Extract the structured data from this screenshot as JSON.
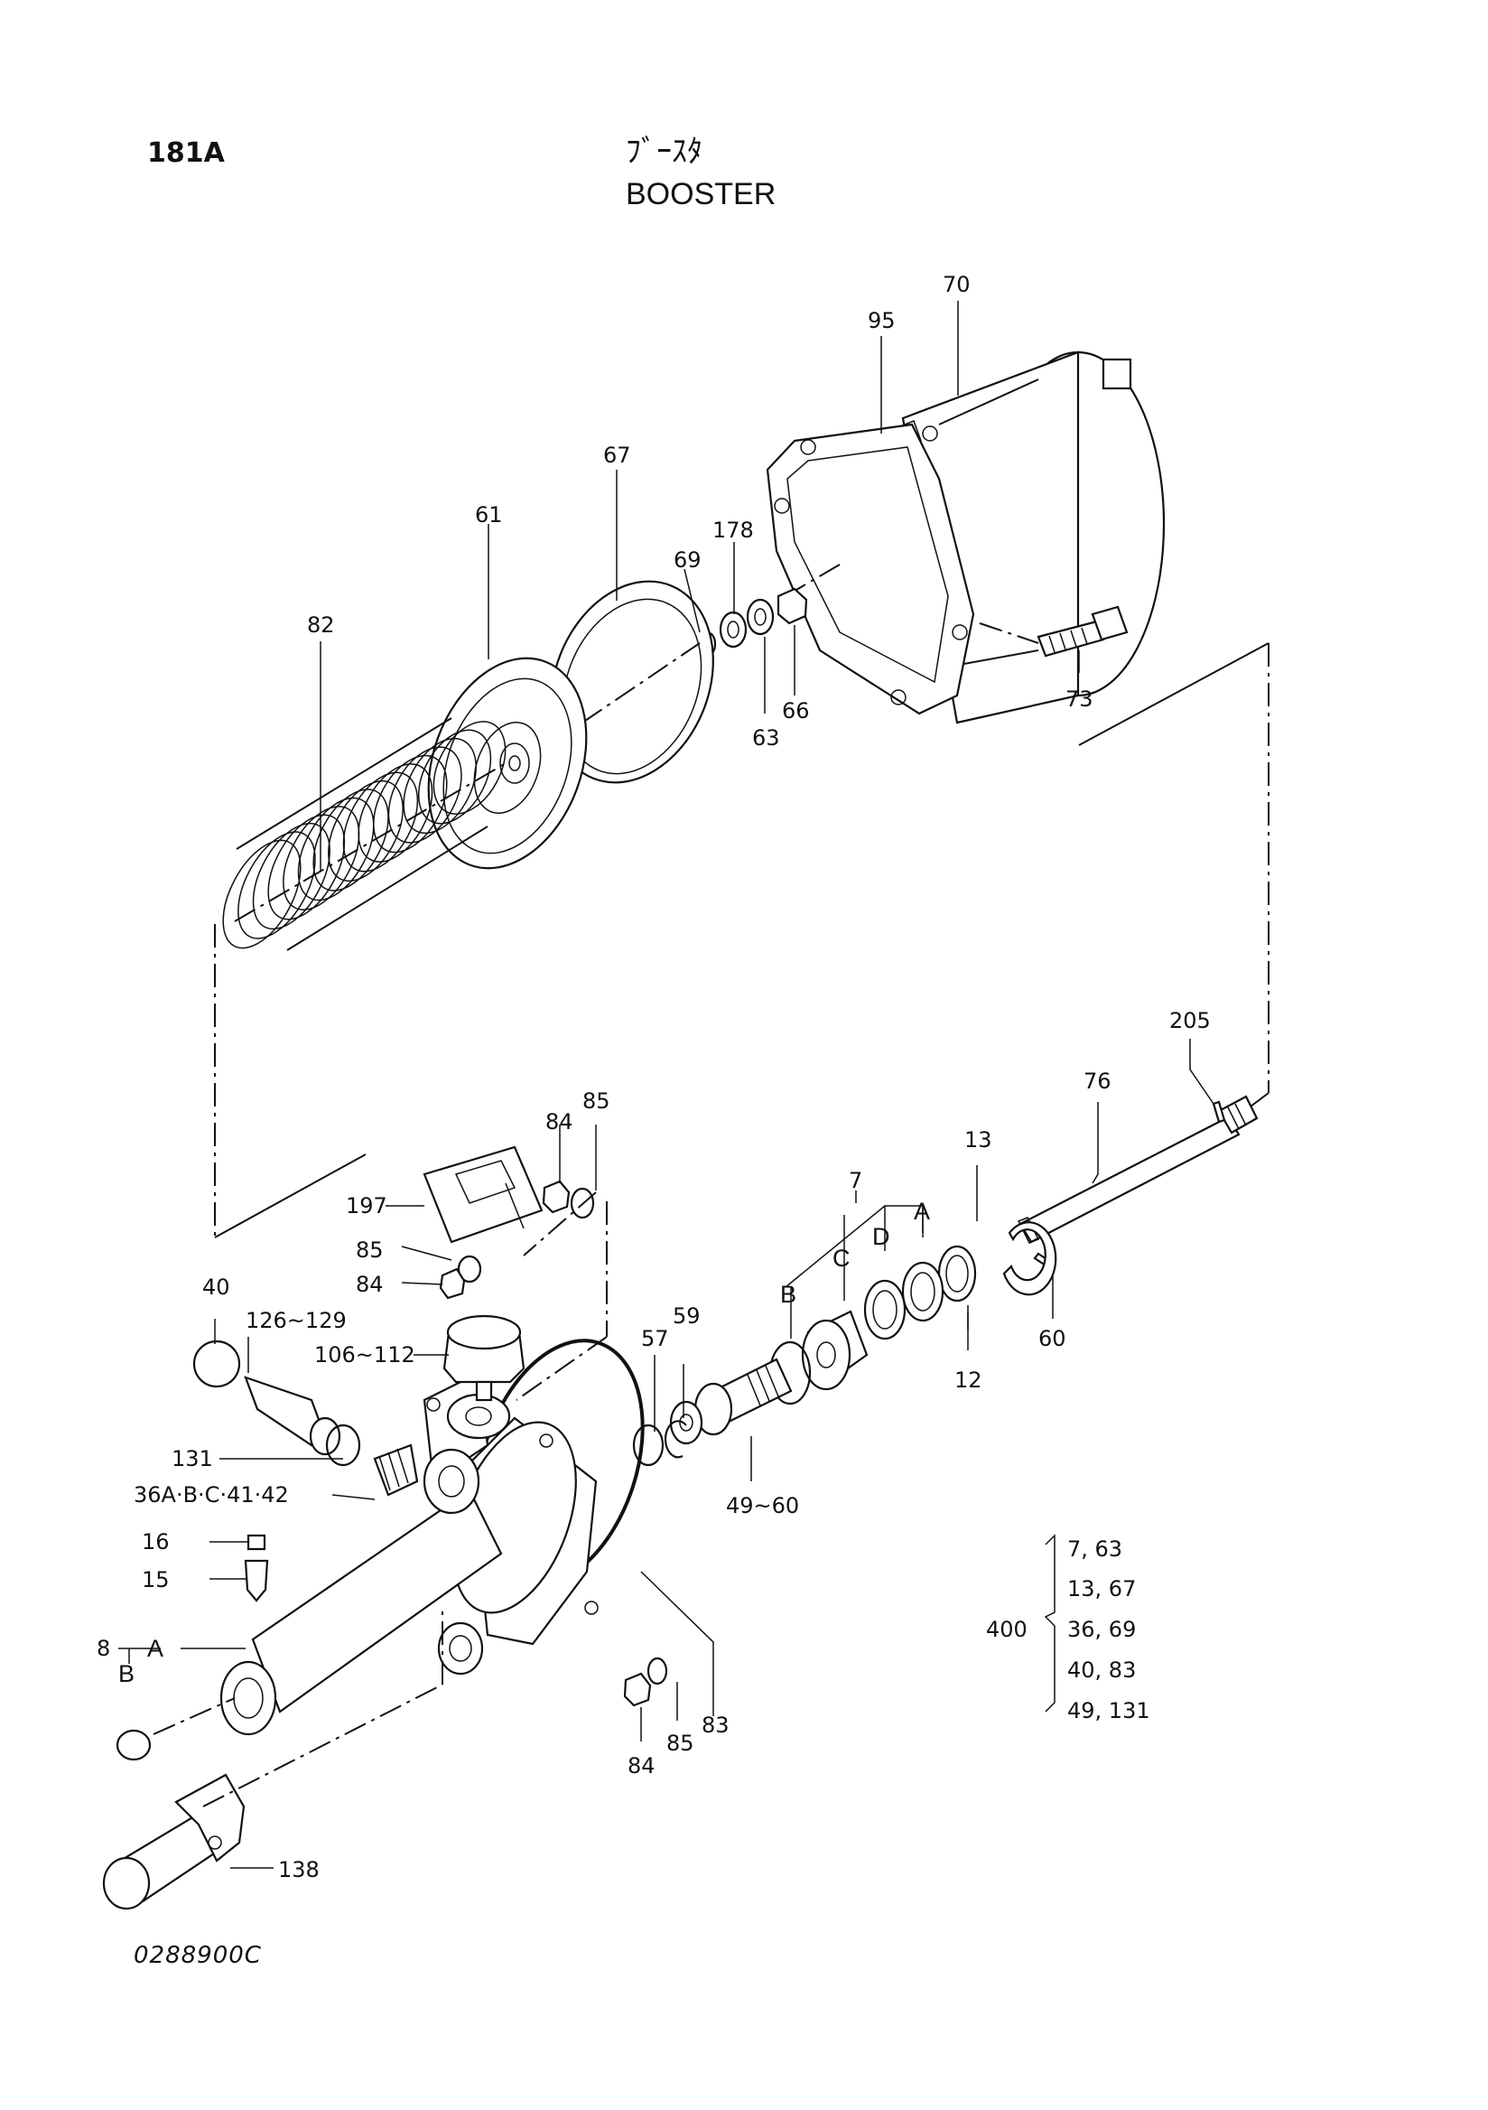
{
  "header": {
    "page_code": "181A",
    "title_jp": "ﾌﾞｰｽﾀ",
    "title_en": "BOOSTER"
  },
  "footer": {
    "drawing_no": "0288900C"
  },
  "callouts": [
    "70",
    "95",
    "67",
    "61",
    "178",
    "69",
    "82",
    "63",
    "66",
    "73",
    "205",
    "76",
    "85",
    "84",
    "13",
    "7",
    "197",
    "A",
    "D",
    "C",
    "85",
    "84",
    "B",
    "40",
    "126~129",
    "60",
    "106~112",
    "57",
    "59",
    "12",
    "131",
    "36A·B·C·41·42",
    "49~60",
    "16",
    "15",
    "8",
    "A",
    "B",
    "84",
    "85",
    "83",
    "138"
  ],
  "kit": {
    "number": "400",
    "items": [
      "7, 63",
      "13, 67",
      "36, 69",
      "40, 83",
      "49, 131"
    ]
  }
}
